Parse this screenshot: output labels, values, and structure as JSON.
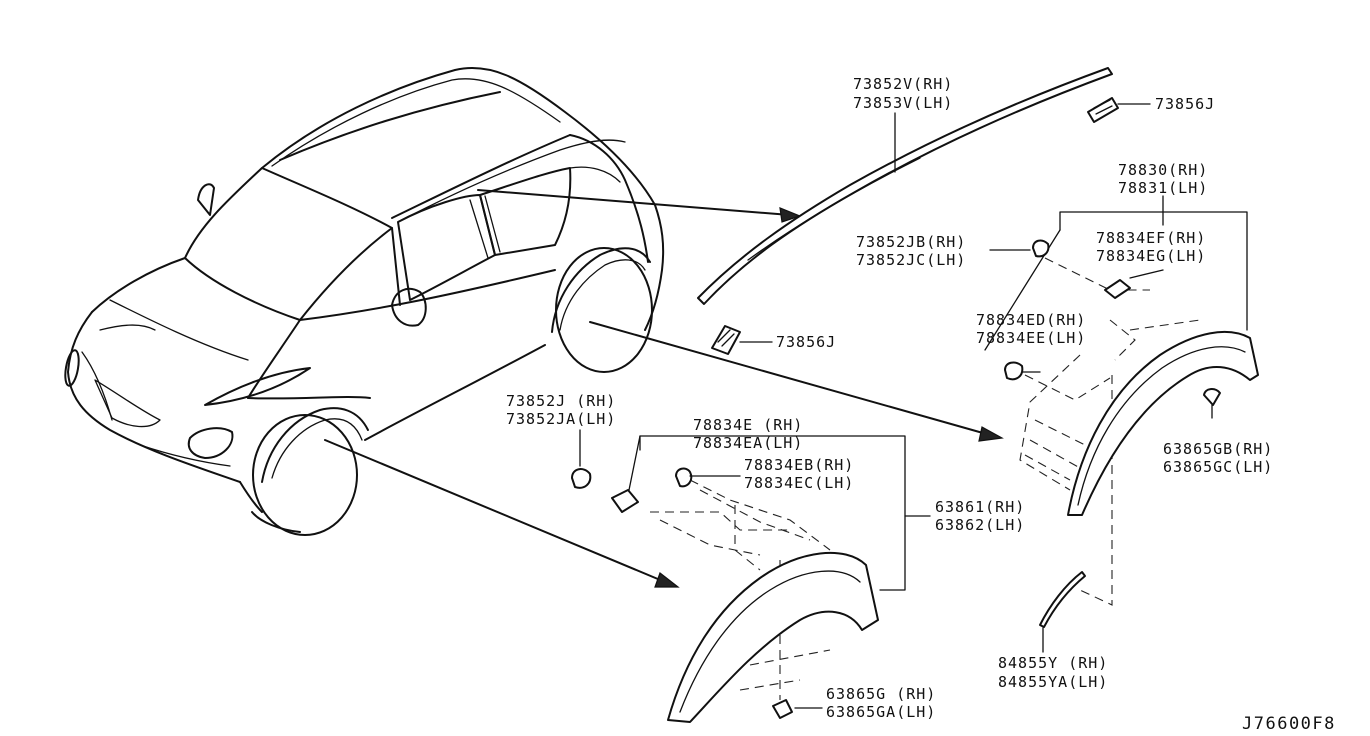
{
  "diagram_code": "J76600F8",
  "callouts": {
    "roof_molding": [
      "73852V(RH)",
      "73853V(LH)"
    ],
    "roof_clip_top": [
      "73856J"
    ],
    "roof_clip_bottom": [
      "73856J"
    ],
    "rear_arch_assembly": [
      "78830(RH)",
      "78831(LH)"
    ],
    "rear_clip_a": [
      "73852JB(RH)",
      "73852JC(LH)"
    ],
    "rear_clip_b": [
      "78834EF(RH)",
      "78834EG(LH)"
    ],
    "rear_clip_c": [
      "78834ED(RH)",
      "78834EE(LH)"
    ],
    "rear_screw": [
      "63865GB(RH)",
      "63865GC(LH)"
    ],
    "front_clip_a": [
      "73852J (RH)",
      "73852JA(LH)"
    ],
    "front_clip_b": [
      "78834E (RH)",
      "78834EA(LH)"
    ],
    "front_clip_c": [
      "78834EB(RH)",
      "78834EC(LH)"
    ],
    "front_arch_assembly": [
      "63861(RH)",
      "63862(LH)"
    ],
    "front_screw": [
      "63865G (RH)",
      "63865GA(LH)"
    ],
    "arch_seal": [
      "84855Y (RH)",
      "84855YA(LH)"
    ]
  }
}
